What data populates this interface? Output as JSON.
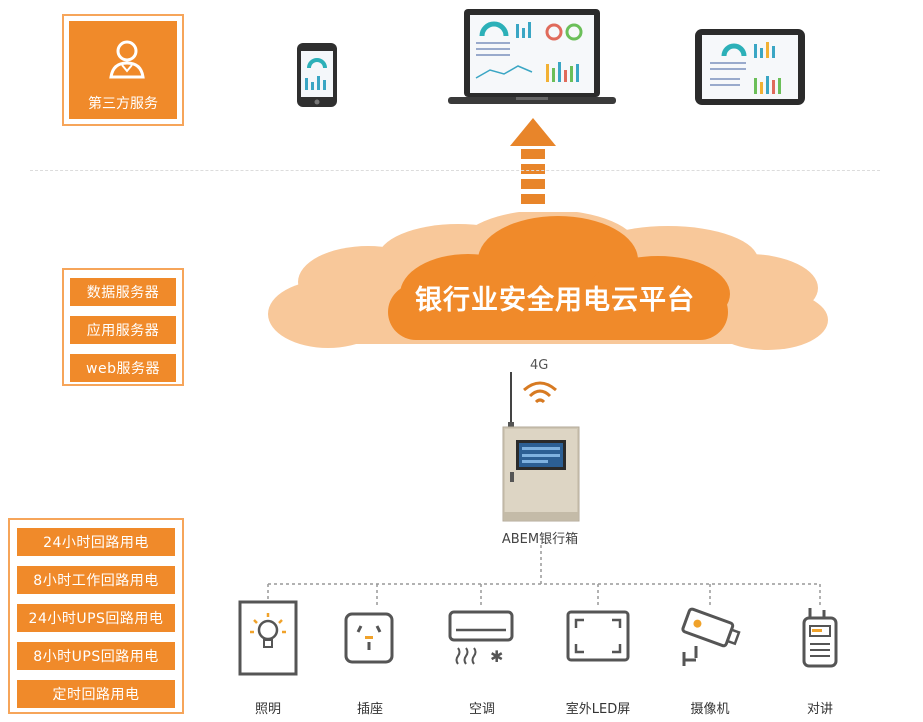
{
  "third_party": {
    "label": "第三方服务"
  },
  "servers": [
    "数据服务器",
    "应用服务器",
    "web服务器"
  ],
  "circuits": [
    "24小时回路用电",
    "8小时工作回路用电",
    "24小时UPS回路用电",
    "8小时UPS回路用电",
    "定时回路用电"
  ],
  "cloud": {
    "title": "银行业安全用电云平台"
  },
  "network": {
    "label": "4G"
  },
  "box": {
    "label": "ABEM银行箱"
  },
  "devices": [
    {
      "label": "照明",
      "icon": "bulb-icon"
    },
    {
      "label": "插座",
      "icon": "socket-icon"
    },
    {
      "label": "空调",
      "icon": "ac-icon"
    },
    {
      "label": "室外LED屏",
      "icon": "led-screen-icon"
    },
    {
      "label": "摄像机",
      "icon": "camera-icon"
    },
    {
      "label": "对讲",
      "icon": "walkie-talkie-icon"
    }
  ],
  "colors": {
    "accent": "#f08a2a",
    "cloud_light": "#f8c89a",
    "border": "#f6a55a"
  }
}
